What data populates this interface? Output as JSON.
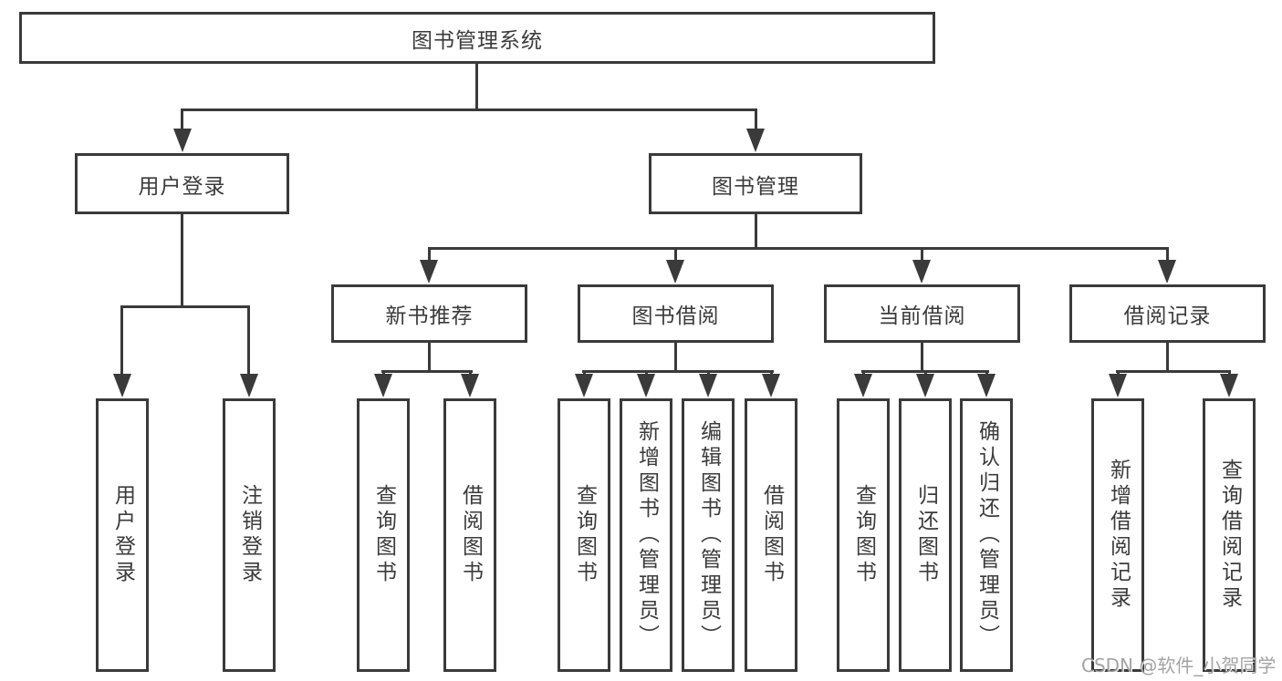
{
  "tree": {
    "label": "图书管理系统",
    "children": [
      {
        "label": "用户登录",
        "children": [
          {
            "label": "用户登录"
          },
          {
            "label": "注销登录"
          }
        ]
      },
      {
        "label": "图书管理",
        "children": [
          {
            "label": "新书推荐",
            "children": [
              {
                "label": "查询图书"
              },
              {
                "label": "借阅图书"
              }
            ]
          },
          {
            "label": "图书借阅",
            "children": [
              {
                "label": "查询图书"
              },
              {
                "label": "新增图书（管理员）"
              },
              {
                "label": "编辑图书（管理员）"
              },
              {
                "label": "借阅图书"
              }
            ]
          },
          {
            "label": "当前借阅",
            "children": [
              {
                "label": "查询图书"
              },
              {
                "label": "归还图书"
              },
              {
                "label": "确认归还（管理员）"
              }
            ]
          },
          {
            "label": "借阅记录",
            "children": [
              {
                "label": "新增借阅记录"
              },
              {
                "label": "查询借阅记录"
              }
            ]
          }
        ]
      }
    ]
  },
  "watermark": "CSDN @软件_小贺同学",
  "colors": {
    "line": "#3a3a3a",
    "text": "#3b3b3b",
    "background": "#ffffff",
    "watermark": "#969696"
  }
}
